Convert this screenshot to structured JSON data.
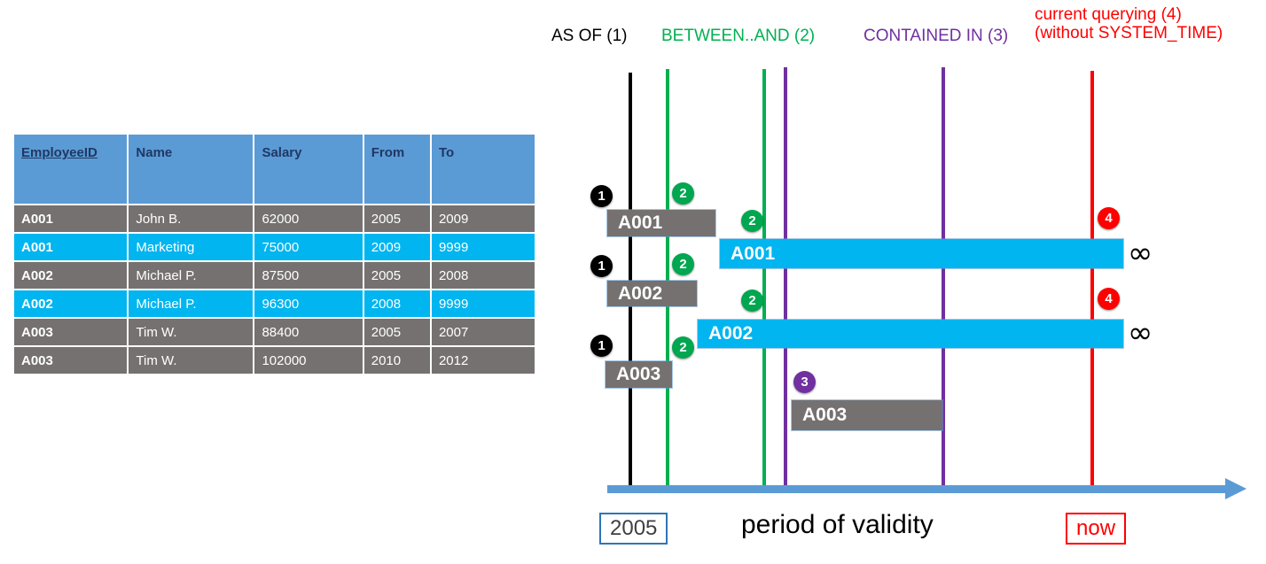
{
  "table": {
    "columns": [
      "EmployeeID",
      "Name",
      "Salary",
      "From",
      "To"
    ],
    "rows": [
      {
        "style": "gray",
        "EmployeeID": "A001",
        "Name": "John  B.",
        "Salary": "62000",
        "From": "2005",
        "To": "2009"
      },
      {
        "style": "cyan",
        "EmployeeID": "A001",
        "Name": "Marketing",
        "Salary": "75000",
        "From": "2009",
        "To": "9999"
      },
      {
        "style": "gray",
        "EmployeeID": "A002",
        "Name": "Michael P.",
        "Salary": "87500",
        "From": "2005",
        "To": "2008"
      },
      {
        "style": "cyan",
        "EmployeeID": "A002",
        "Name": "Michael P.",
        "Salary": "96300",
        "From": "2008",
        "To": "9999"
      },
      {
        "style": "gray",
        "EmployeeID": "A003",
        "Name": "Tim W.",
        "Salary": "88400",
        "From": "2005",
        "To": "2007"
      },
      {
        "style": "gray",
        "EmployeeID": "A003",
        "Name": "Tim W.",
        "Salary": "102000",
        "From": "2010",
        "To": "2012"
      }
    ]
  },
  "legend": {
    "as_of": "AS OF (1)",
    "between_and": "BETWEEN..AND (2)",
    "contained_in": "CONTAINED IN (3)",
    "current_line1": "current querying (4)",
    "current_line2": "(without SYSTEM_TIME)"
  },
  "axis": {
    "start_label": "2005",
    "end_label": "now",
    "caption": "period of validity"
  },
  "bars": [
    {
      "label": "A001",
      "style": "gray"
    },
    {
      "label": "A001",
      "style": "cyan"
    },
    {
      "label": "A002",
      "style": "gray"
    },
    {
      "label": "A002",
      "style": "cyan"
    },
    {
      "label": "A003",
      "style": "gray"
    },
    {
      "label": "A003",
      "style": "gray"
    }
  ],
  "badges": {
    "one": "1",
    "two": "2",
    "three": "3",
    "four": "4"
  },
  "symbols": {
    "infinity": "∞"
  },
  "colors": {
    "header_blue": "#5B9BD5",
    "gray_row": "#767171",
    "cyan_row": "#00B5F0",
    "as_of_line": "#000000",
    "between_line": "#00B050",
    "contained_line": "#7030A0",
    "now_line": "#FF0000",
    "axis": "#5B9BD5"
  }
}
